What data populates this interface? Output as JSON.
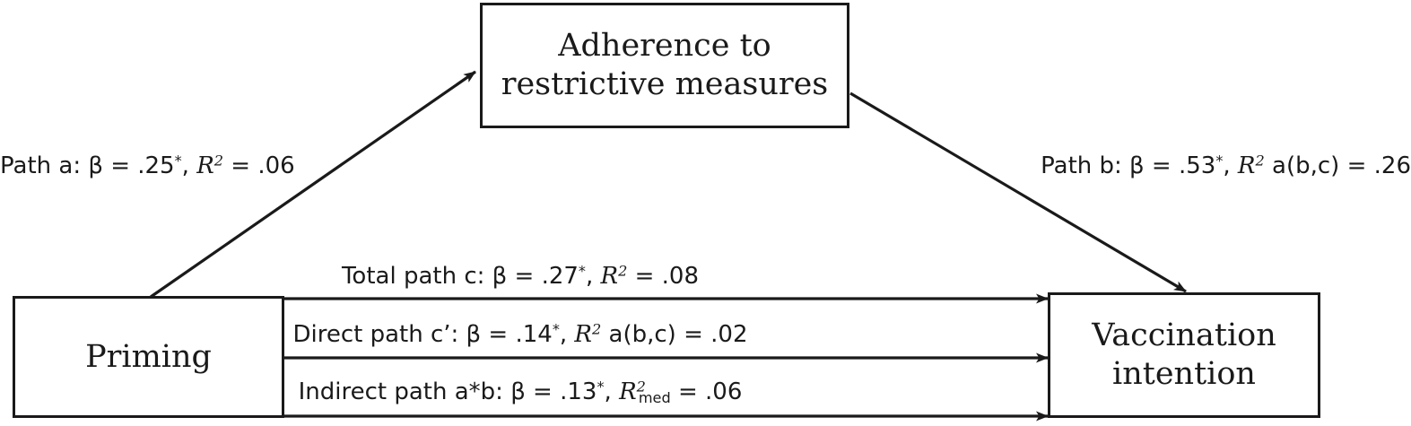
{
  "figure": {
    "type": "mediation-path-diagram",
    "nodes": [
      {
        "id": "predictor",
        "label": "Priming"
      },
      {
        "id": "mediator",
        "label": "Adherence to\nrestrictive measures"
      },
      {
        "id": "outcome",
        "label": "Vaccination\nintention"
      }
    ],
    "paths": {
      "a": {
        "name": "Path a",
        "prefix": "Path a: β = ",
        "beta": ".25",
        "significance": "*",
        "stat_symbol": "R",
        "stat_superscript": "2",
        "stat_subscript": "",
        "stat_qualifier": "",
        "stat_value": ".06",
        "full_text": "Path a: β = .25*, R2 = .06"
      },
      "b": {
        "name": "Path b",
        "prefix": "Path b: β = ",
        "beta": ".53",
        "significance": "*",
        "stat_symbol": "R",
        "stat_superscript": "2",
        "stat_subscript": "",
        "stat_qualifier": " a(b,c)",
        "stat_value": ".26",
        "full_text": "Path b: β = .53*, R2 a(b,c) = .26"
      },
      "c": {
        "name": "Total path c",
        "prefix": "Total path c: β = ",
        "beta": ".27",
        "significance": "*",
        "stat_symbol": "R",
        "stat_superscript": "2",
        "stat_subscript": "",
        "stat_qualifier": "",
        "stat_value": ".08",
        "full_text": "Total path c: β = .27*, R2 = .08"
      },
      "cprime": {
        "name": "Direct path c’",
        "prefix": "Direct path c’: β = ",
        "beta": ".14",
        "significance": "*",
        "stat_symbol": "R",
        "stat_superscript": "2",
        "stat_subscript": "",
        "stat_qualifier": " a(b,c)",
        "stat_value": ".02",
        "full_text": "Direct path c’: β = .14*, R2 a(b,c) = .02"
      },
      "ab": {
        "name": "Indirect path a*b",
        "prefix": "Indirect path a*b: β = ",
        "beta": ".13",
        "significance": "*",
        "stat_symbol": "R",
        "stat_superscript": "2",
        "stat_subscript": "med",
        "stat_qualifier": "",
        "stat_value": ".06",
        "full_text": "Indirect path a*b: β = .13*, R2med = .06"
      }
    },
    "separators": {
      "comma_space": ", ",
      "equals": " = "
    },
    "colors": {
      "stroke": "#1a1a1a",
      "background": "#ffffff",
      "text": "#1a1a1a"
    }
  }
}
